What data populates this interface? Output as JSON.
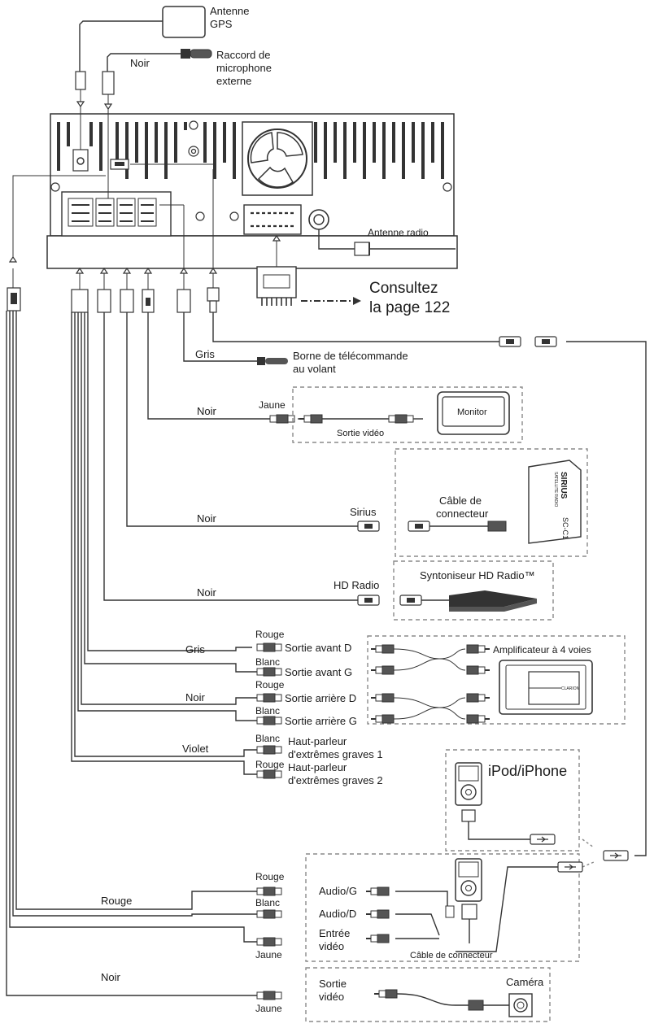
{
  "labels": {
    "gps_antenna": [
      "Antenne",
      "GPS"
    ],
    "mic_wire": "Noir",
    "mic_connector": [
      "Raccord de",
      "microphone",
      "externe"
    ],
    "radio_antenna": "Antenne radio",
    "see_page": [
      "Consultez",
      "la page 122"
    ],
    "steering_wire": "Gris",
    "steering_terminal": [
      "Borne de télécommande",
      "au volant"
    ],
    "video_wire": "Noir",
    "video_yellow": "Jaune",
    "monitor": "Monitor",
    "video_out_monitor": "Sortie vidéo",
    "sirius_wire": "Noir",
    "sirius": "Sirius",
    "sirius_cable": [
      "Câble de",
      "connecteur"
    ],
    "sirius_brand": "SIRIUS",
    "sirius_sub": "SATELLITE RADIO",
    "sirius_code": "SC-C1",
    "hd_wire": "Noir",
    "hd_radio": "HD Radio",
    "hd_tuner": "Syntoniseur HD Radio™",
    "front_wire": "Gris",
    "rouge_front": "Rouge",
    "front_right": "Sortie avant D",
    "blanc_front": "Blanc",
    "front_left": "Sortie avant G",
    "amplifier": "Amplificateur à 4 voies",
    "amp_brand": "CLARION",
    "rear_wire": "Noir",
    "rouge_rear": "Rouge",
    "rear_right": "Sortie arrière D",
    "blanc_rear": "Blanc",
    "rear_left": "Sortie arrière G",
    "sub_wire": "Violet",
    "blanc_sub1": "Blanc",
    "sub1": [
      "Haut-parleur",
      "d'extrêmes graves 1"
    ],
    "rouge_sub2": "Rouge",
    "sub2": [
      "Haut-parleur",
      "d'extrêmes graves 2"
    ],
    "ipod": "iPod/iPhone",
    "aux_red_wire": "Rouge",
    "aux_rouge": "Rouge",
    "aux_blanc": "Blanc",
    "aux_jaune": "Jaune",
    "audio_left": "Audio/G",
    "audio_right": "Audio/D",
    "video_in": [
      "Entrée",
      "vidéo"
    ],
    "connector_cable": "Câble de connecteur",
    "camera_wire": "Noir",
    "camera_jaune": "Jaune",
    "camera_video_out": [
      "Sortie",
      "vidéo"
    ],
    "camera": "Caméra"
  },
  "colors": {
    "line": "#333333",
    "dashed_box": "#8a8a8a",
    "connector": "#555555"
  }
}
